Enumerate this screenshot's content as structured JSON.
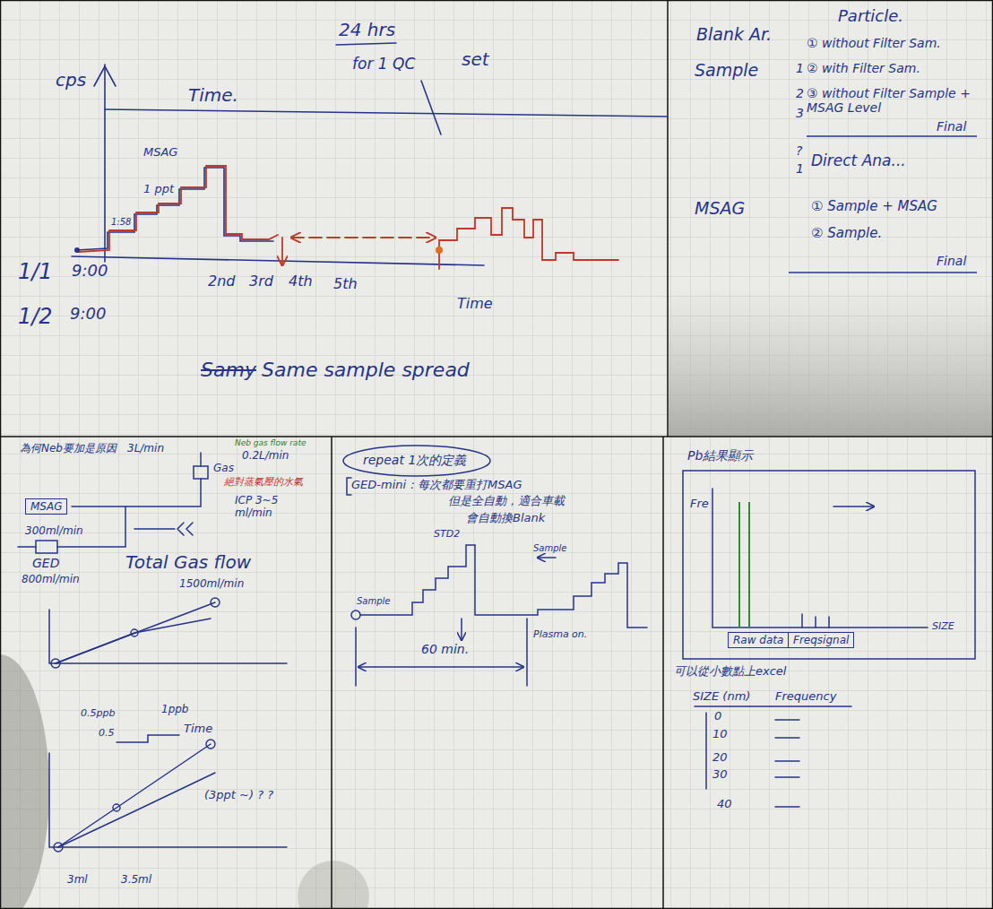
{
  "diagram": {
    "nodes": [
      {
        "text": [
          "MSAG"
        ]
      },
      {
        "text": [
          "Raw data"
        ]
      },
      {
        "text": [
          "Freqsignal"
        ]
      }
    ],
    "labels": [
      "24 hrs",
      "for 1 QC",
      "set",
      "cps",
      "Time.",
      "MSAG",
      "1 ppt",
      "1:58",
      "1/1",
      "9:00",
      "1/2",
      "9:00",
      "2nd",
      "3rd",
      "4th",
      "5th",
      "Time",
      "Samy",
      "Same sample spread",
      "Particle.",
      "Blank Ar.",
      "① without Filter Sam.",
      "Sample",
      "1",
      "② with Filter Sam.",
      "2",
      "③ without Filter Sample + MSAG Level",
      "3",
      "Final",
      "?",
      "1",
      "Direct Ana...",
      "MSAG",
      "① Sample + MSAG",
      "② Sample.",
      "Final",
      "為何Neb要加是原因",
      "3L/min",
      "Neb gas flow rate",
      "0.2L/min",
      "Gas",
      "絕對蒸氣壓的水氣",
      "ICP 3~5 ml/min",
      "300ml/min",
      "GED",
      "800ml/min",
      "Total Gas flow",
      "1500ml/min",
      "0.5ppb",
      "1ppb",
      "0.5",
      "Time",
      "(3ppt ~) ? ?",
      "3ml",
      "3.5ml",
      "repeat 1次的定義",
      "GED-mini：每次都要重打MSAG",
      "但是全自動，適合車載",
      "會自動換Blank",
      "STD2",
      "Sample",
      "Sample",
      "Plasma on.",
      "60 min.",
      "Pb結果顯示",
      "Fre",
      "SIZE",
      "可以從小數點上excel",
      "SIZE (nm)",
      "Frequency",
      "0",
      "10",
      "20",
      "30",
      "40"
    ]
  }
}
